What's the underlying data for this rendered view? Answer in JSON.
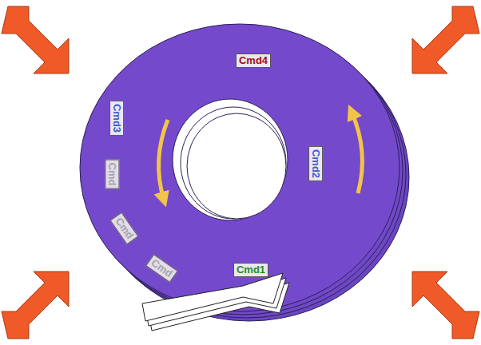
{
  "diagram": {
    "nodes": [
      {
        "text": [
          "Cmd4"
        ]
      },
      {
        "text": [
          "Cmd3"
        ]
      },
      {
        "text": [
          "Cmd2"
        ]
      },
      {
        "text": [
          "Cmd"
        ]
      },
      {
        "text": [
          "Cmd"
        ]
      },
      {
        "text": [
          "Cmd"
        ]
      },
      {
        "text": [
          "Cmd1"
        ]
      }
    ]
  }
}
